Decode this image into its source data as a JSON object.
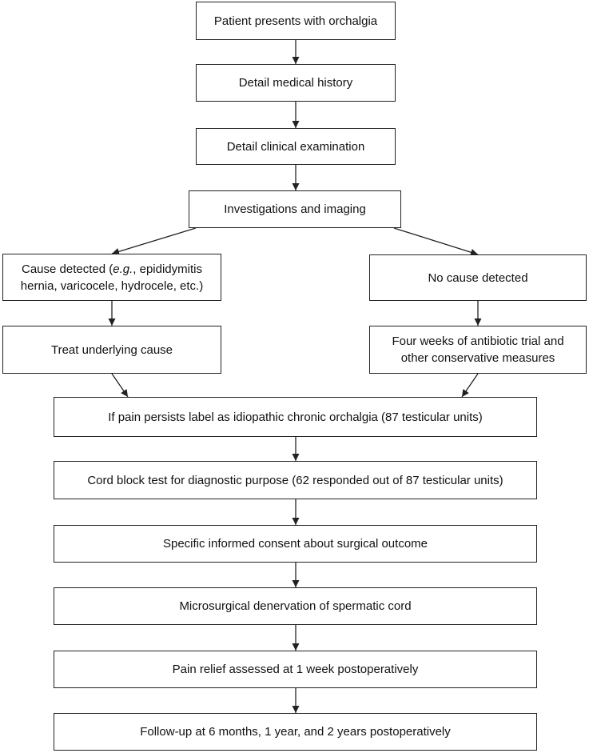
{
  "nodes": {
    "presents": {
      "text": "Patient presents with orchalgia"
    },
    "history": {
      "text": "Detail medical history"
    },
    "exam": {
      "text": "Detail clinical examination"
    },
    "investigations": {
      "text": "Investigations and imaging"
    },
    "cause_detected": {
      "line1_pre": "Cause detected (",
      "line1_em": "e.g.",
      "line1_post": ", epididymitis",
      "line2": "hernia, varicocele, hydrocele, etc.)"
    },
    "no_cause": {
      "text": "No cause detected"
    },
    "treat": {
      "text": "Treat underlying cause"
    },
    "antibiotic": {
      "line1": "Four weeks of antibiotic trial and",
      "line2": "other conservative measures"
    },
    "persists": {
      "text": "If pain persists label as idiopathic chronic orchalgia (87 testicular units)"
    },
    "cord_block": {
      "text": "Cord block test for diagnostic purpose (62 responded out of 87 testicular units)"
    },
    "consent": {
      "text": "Specific informed consent about surgical outcome"
    },
    "denervation": {
      "text": "Microsurgical denervation of spermatic cord"
    },
    "relief": {
      "text": "Pain relief assessed at 1 week postoperatively"
    },
    "followup": {
      "text": "Follow-up at 6 months, 1 year, and 2 years postoperatively"
    }
  }
}
